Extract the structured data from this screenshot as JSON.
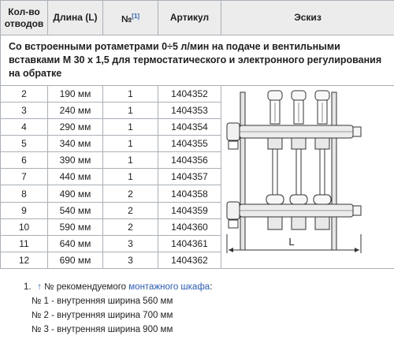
{
  "table": {
    "headers": {
      "outlets": "Кол-во отводов",
      "length": "Длина (L)",
      "number": "№",
      "number_ref": "[1]",
      "article": "Артикул",
      "sketch": "Эскиз"
    },
    "intro": "Со встроенными ротаметрами 0÷5 л/мин на подаче и вентильными вставками М 30 х 1,5 для термостатического и электронного регулирования на обратке",
    "rows": [
      {
        "outlets": "2",
        "length": "190 мм",
        "number": "1",
        "article": "1404352"
      },
      {
        "outlets": "3",
        "length": "240 мм",
        "number": "1",
        "article": "1404353"
      },
      {
        "outlets": "4",
        "length": "290 мм",
        "number": "1",
        "article": "1404354"
      },
      {
        "outlets": "5",
        "length": "340 мм",
        "number": "1",
        "article": "1404355"
      },
      {
        "outlets": "6",
        "length": "390 мм",
        "number": "1",
        "article": "1404356"
      },
      {
        "outlets": "7",
        "length": "440 мм",
        "number": "1",
        "article": "1404357"
      },
      {
        "outlets": "8",
        "length": "490 мм",
        "number": "2",
        "article": "1404358"
      },
      {
        "outlets": "9",
        "length": "540 мм",
        "number": "2",
        "article": "1404359"
      },
      {
        "outlets": "10",
        "length": "590 мм",
        "number": "2",
        "article": "1404360"
      },
      {
        "outlets": "11",
        "length": "640 мм",
        "number": "3",
        "article": "1404361"
      },
      {
        "outlets": "12",
        "length": "690 мм",
        "number": "3",
        "article": "1404362"
      }
    ],
    "sketch_label": "L"
  },
  "notes": {
    "index": "1.",
    "arrow": "↑",
    "prefix": "№ рекомендуемого",
    "link": "монтажного шкафа",
    "colon": ":",
    "items": [
      "№ 1 - внутренняя ширина 560 мм",
      "№ 2 - внутренняя ширина 700 мм",
      "№ 3 - внутренняя ширина 900 мм"
    ]
  }
}
